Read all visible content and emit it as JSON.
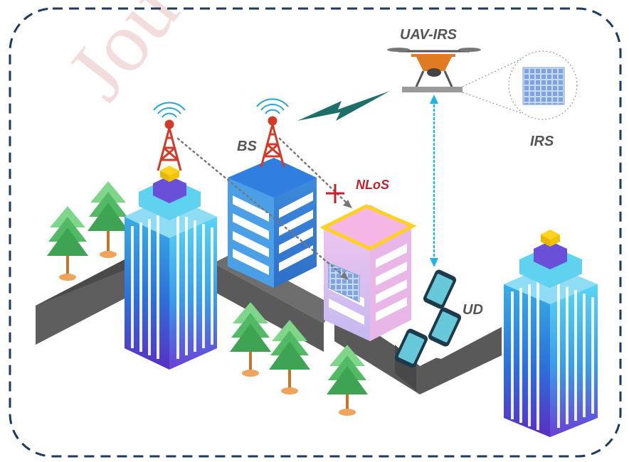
{
  "labels": {
    "uav_irs": "UAV-IRS",
    "irs": "IRS",
    "bs": "BS",
    "nlos": "NLoS",
    "ud": "UD"
  },
  "watermark": "Jou",
  "colors": {
    "frame": "#1f3a5f",
    "label_gray": "#555555",
    "nlos_red": "#c0212b",
    "tower_red": "#d23b2a",
    "road": "#5a5a5a",
    "tree": "#5cc46b",
    "uav": "#e07b22",
    "link_cyan": "#1cb6e6",
    "bolt": "#1e6e6a"
  }
}
